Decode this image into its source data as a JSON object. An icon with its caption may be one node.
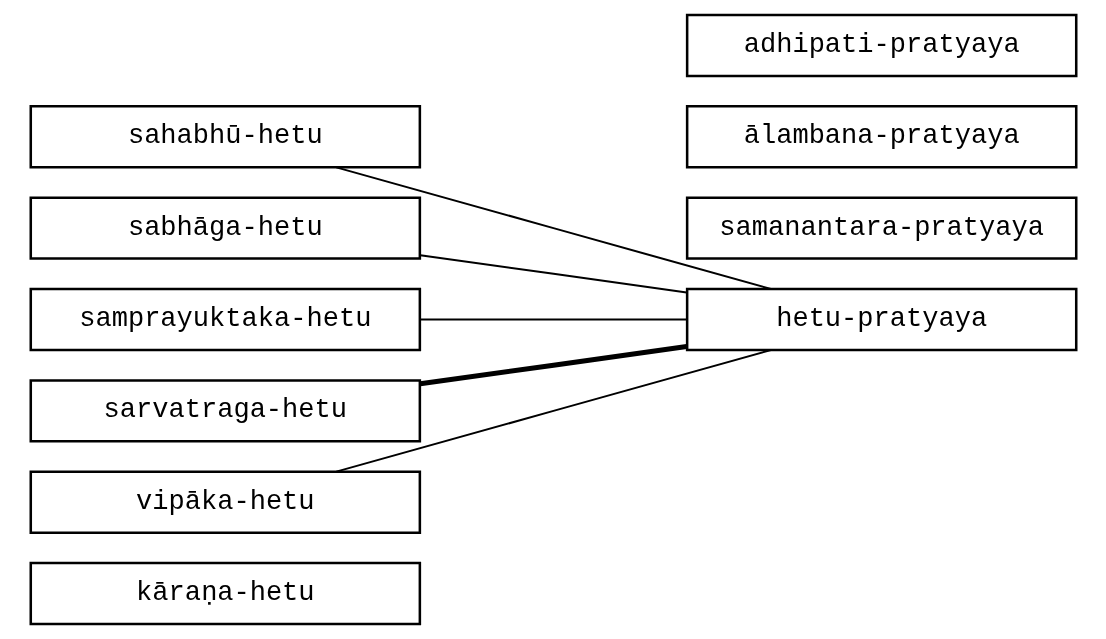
{
  "diagram": {
    "nodes": [
      {
        "text": [
          "kāraṇa-hetu"
        ]
      },
      {
        "text": [
          "sahabhū-hetu"
        ]
      },
      {
        "text": [
          "sabhāga-hetu"
        ]
      },
      {
        "text": [
          "samprayuktaka-hetu"
        ]
      },
      {
        "text": [
          "sarvatraga-hetu"
        ]
      },
      {
        "text": [
          "vipāka-hetu"
        ]
      },
      {
        "text": [
          "hetu-pratyaya"
        ]
      },
      {
        "text": [
          "samanantara-pratyaya"
        ]
      },
      {
        "text": [
          "ālambana-pratyaya"
        ]
      },
      {
        "text": [
          "adhipati-pratyaya"
        ]
      }
    ],
    "edges": [
      {
        "from": 1,
        "to": 6,
        "arrow": "none"
      },
      {
        "from": 2,
        "to": 6,
        "arrow": "none"
      },
      {
        "from": 3,
        "to": 6,
        "arrow": "none"
      },
      {
        "from": 4,
        "to": 6,
        "arrow": "none",
        "style": "thick"
      },
      {
        "from": 5,
        "to": 6,
        "arrow": "none"
      }
    ]
  }
}
